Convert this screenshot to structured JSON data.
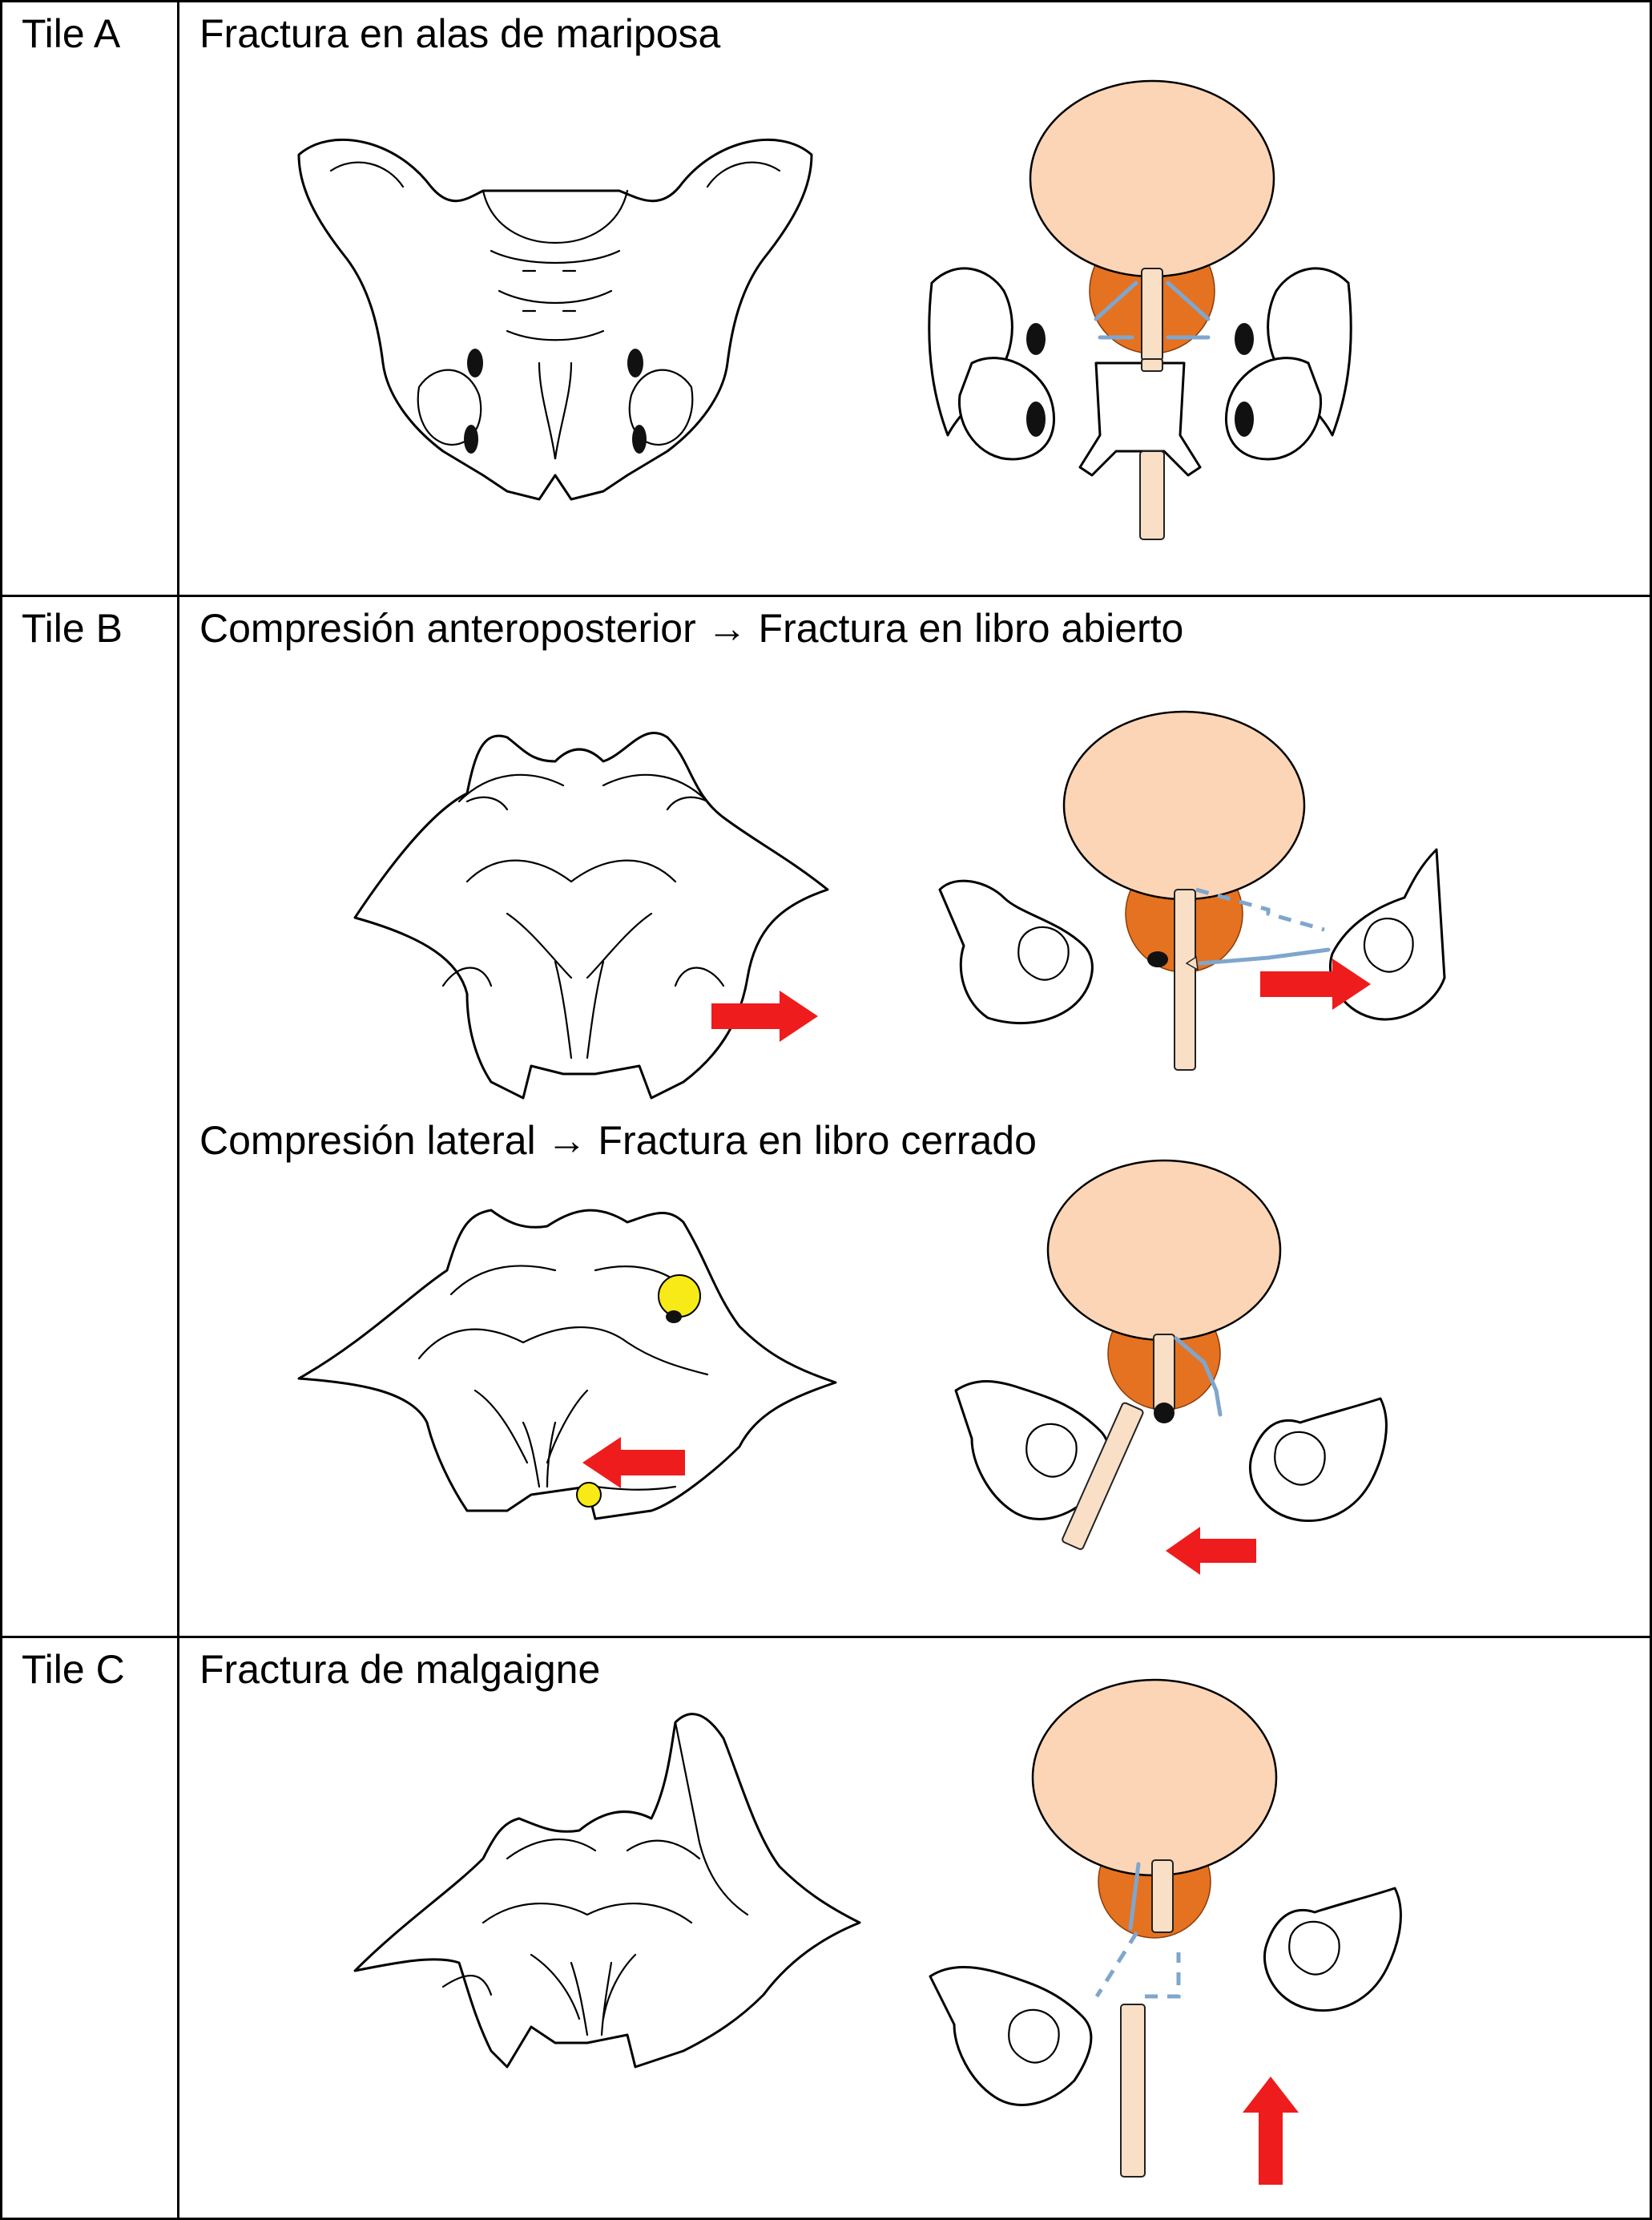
{
  "tiles": [
    {
      "label": "Tile A",
      "captions": [
        "Fractura en alas de mariposa"
      ]
    },
    {
      "label": "Tile B",
      "captions": [
        "Compresión anteroposterior → Fractura en libro abierto",
        "Compresión lateral → Fractura en libro cerrado"
      ]
    },
    {
      "label": "Tile C",
      "captions": [
        "Fractura de malgaigne"
      ]
    }
  ],
  "colors": {
    "bladder": "#fbd5b6",
    "prostate": "#e57221",
    "urethra": "#f9dfc6",
    "tear_line": "#7fa6cd",
    "force_arrow": "#ee1c1c",
    "hematoma": "#f7ea16"
  }
}
